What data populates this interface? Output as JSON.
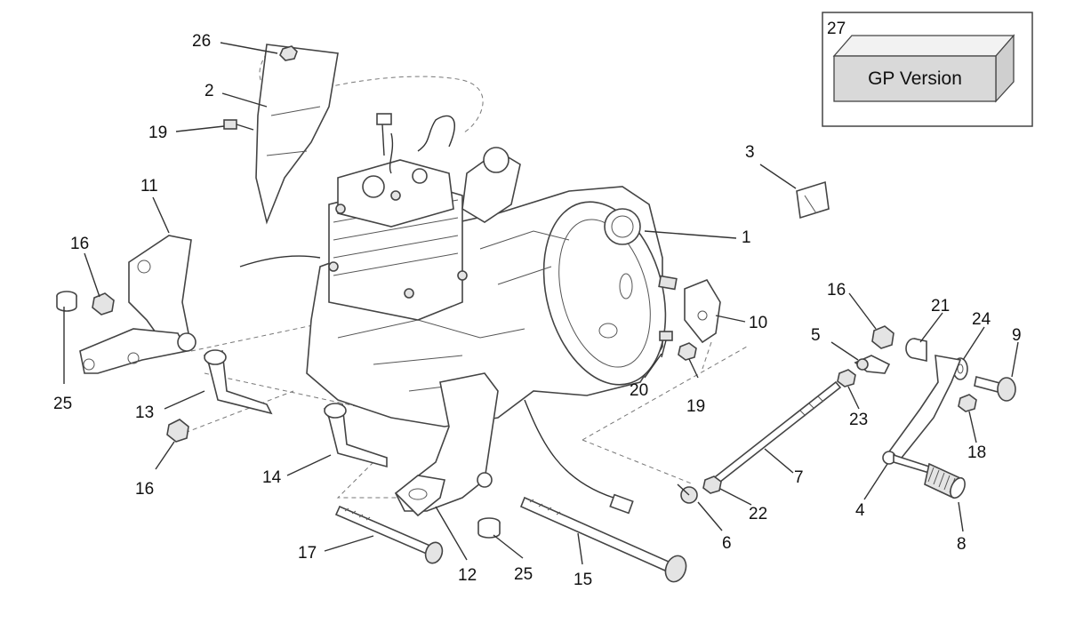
{
  "diagram": {
    "version_box": {
      "number": "27",
      "label": "GP Version"
    },
    "callouts": [
      {
        "id": "1",
        "label": "1"
      },
      {
        "id": "2",
        "label": "2"
      },
      {
        "id": "3",
        "label": "3"
      },
      {
        "id": "4",
        "label": "4"
      },
      {
        "id": "5",
        "label": "5"
      },
      {
        "id": "6",
        "label": "6"
      },
      {
        "id": "7",
        "label": "7"
      },
      {
        "id": "8",
        "label": "8"
      },
      {
        "id": "9",
        "label": "9"
      },
      {
        "id": "10",
        "label": "10"
      },
      {
        "id": "11",
        "label": "11"
      },
      {
        "id": "12",
        "label": "12"
      },
      {
        "id": "13",
        "label": "13"
      },
      {
        "id": "14",
        "label": "14"
      },
      {
        "id": "15",
        "label": "15"
      },
      {
        "id": "16a",
        "label": "16"
      },
      {
        "id": "16b",
        "label": "16"
      },
      {
        "id": "16c",
        "label": "16"
      },
      {
        "id": "17",
        "label": "17"
      },
      {
        "id": "18",
        "label": "18"
      },
      {
        "id": "19a",
        "label": "19"
      },
      {
        "id": "19b",
        "label": "19"
      },
      {
        "id": "20",
        "label": "20"
      },
      {
        "id": "21",
        "label": "21"
      },
      {
        "id": "22",
        "label": "22"
      },
      {
        "id": "23",
        "label": "23"
      },
      {
        "id": "24",
        "label": "24"
      },
      {
        "id": "25a",
        "label": "25"
      },
      {
        "id": "25b",
        "label": "25"
      },
      {
        "id": "26",
        "label": "26"
      }
    ]
  }
}
